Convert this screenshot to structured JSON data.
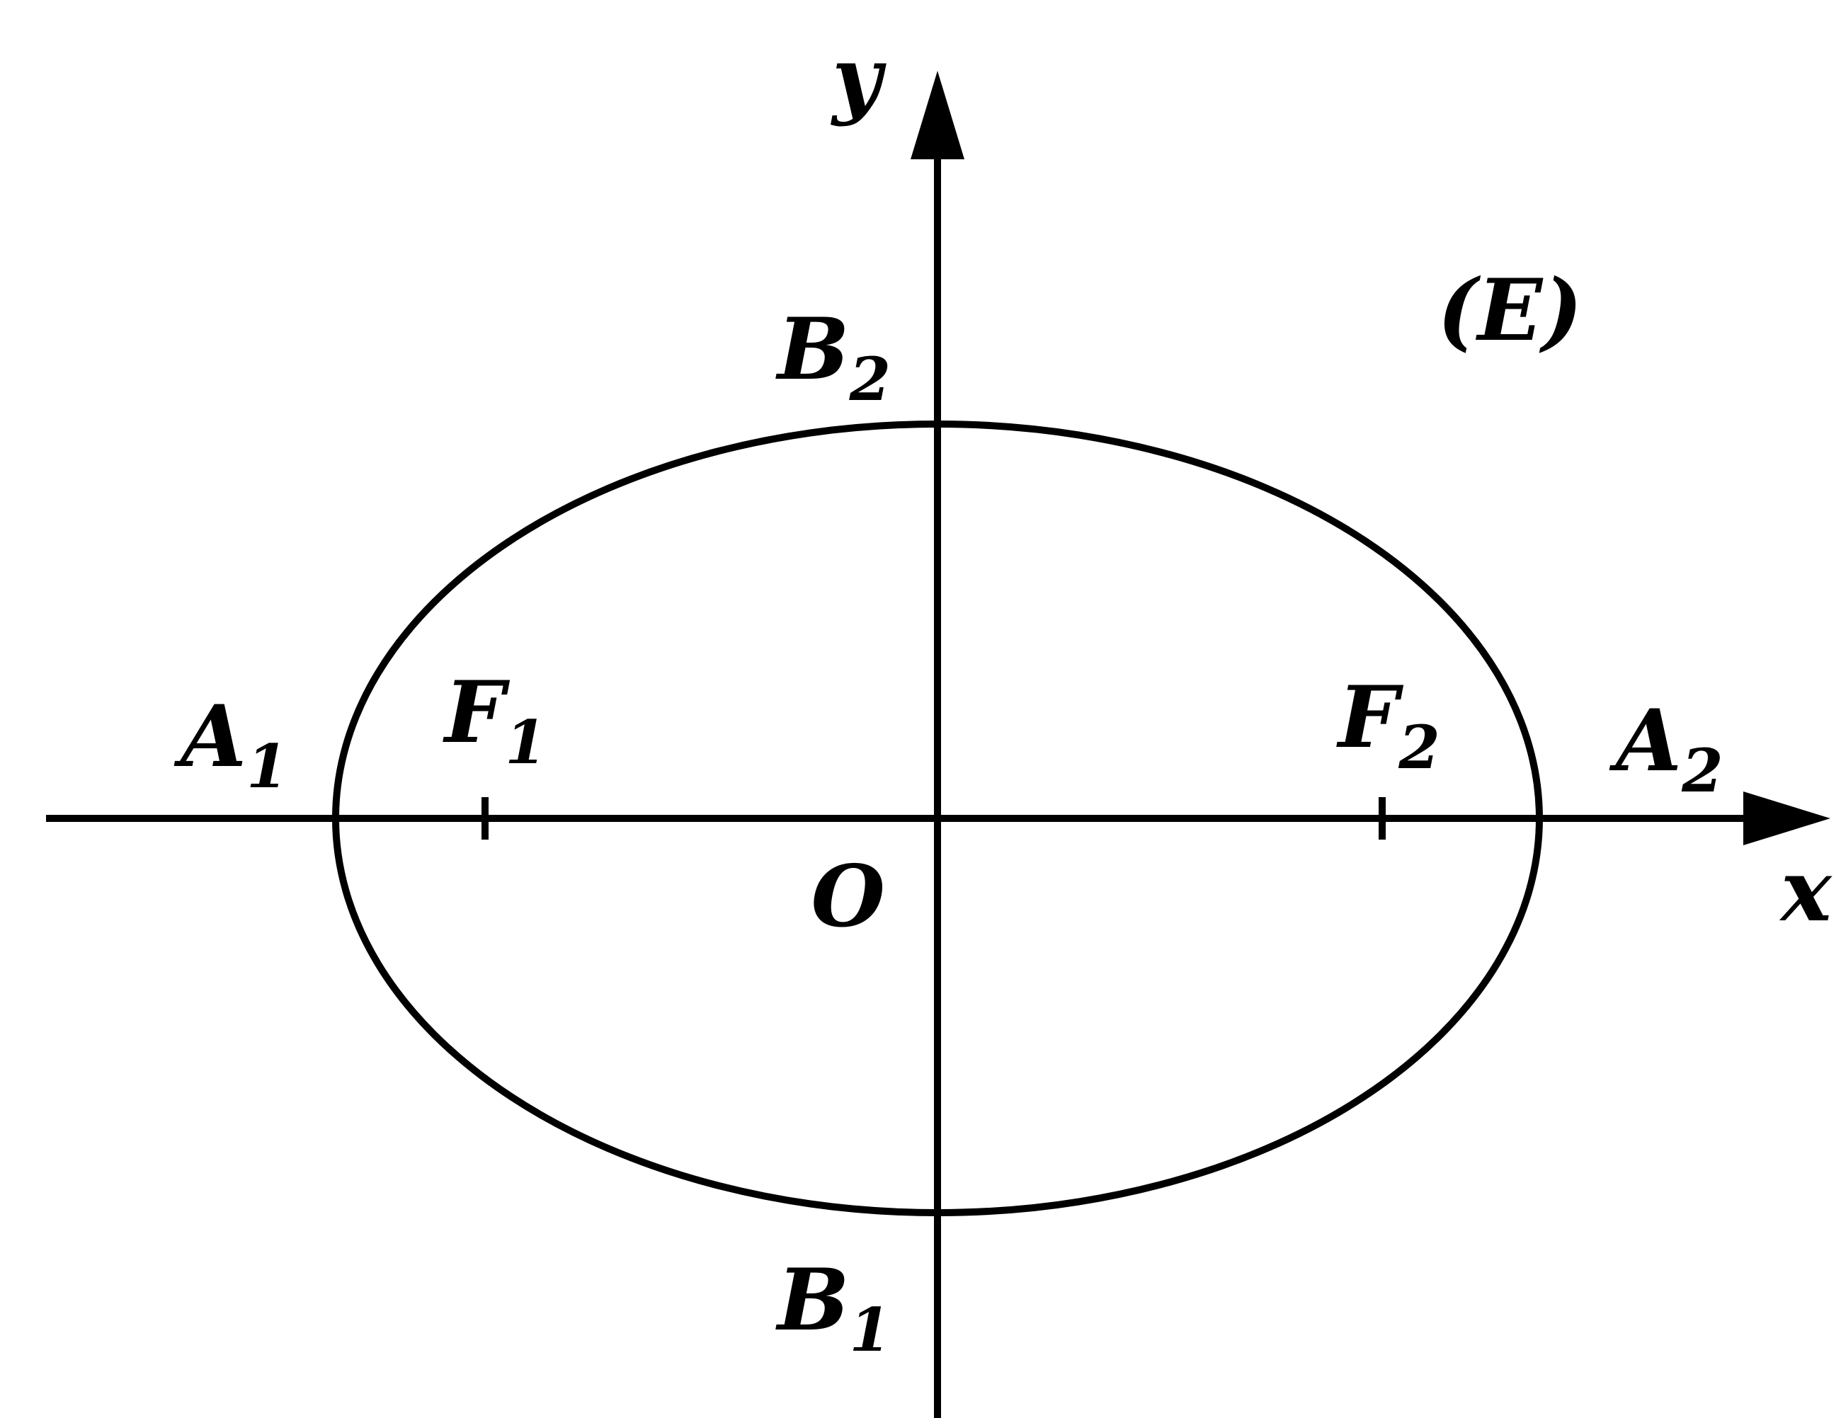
{
  "figure": {
    "background_color": "#ffffff",
    "stroke_color": "#000000",
    "curve_label": "(E)",
    "axis_labels": {
      "x": "x",
      "y": "y"
    },
    "origin_label": "O",
    "points": {
      "A1": {
        "base": "A",
        "sub": "1"
      },
      "A2": {
        "base": "A",
        "sub": "2"
      },
      "B1": {
        "base": "B",
        "sub": "1"
      },
      "B2": {
        "base": "B",
        "sub": "2"
      },
      "F1": {
        "base": "F",
        "sub": "1"
      },
      "F2": {
        "base": "F",
        "sub": "2"
      }
    }
  }
}
